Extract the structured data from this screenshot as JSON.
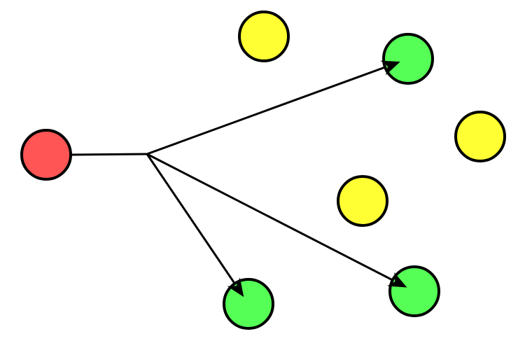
{
  "diagram": {
    "background": "#ffffff",
    "colors": {
      "source": "#ff5555",
      "target": "#55ff55",
      "other": "#ffff33",
      "stroke": "#000000"
    },
    "nodes": [
      {
        "id": "source",
        "role": "source"
      },
      {
        "id": "target-1",
        "role": "target"
      },
      {
        "id": "target-2",
        "role": "target"
      },
      {
        "id": "target-3",
        "role": "target"
      },
      {
        "id": "other-1",
        "role": "other"
      },
      {
        "id": "other-2",
        "role": "other"
      },
      {
        "id": "other-3",
        "role": "other"
      }
    ],
    "edges": [
      {
        "from": "source",
        "to": "target-1"
      },
      {
        "from": "source",
        "to": "target-2"
      },
      {
        "from": "source",
        "to": "target-3"
      }
    ]
  }
}
